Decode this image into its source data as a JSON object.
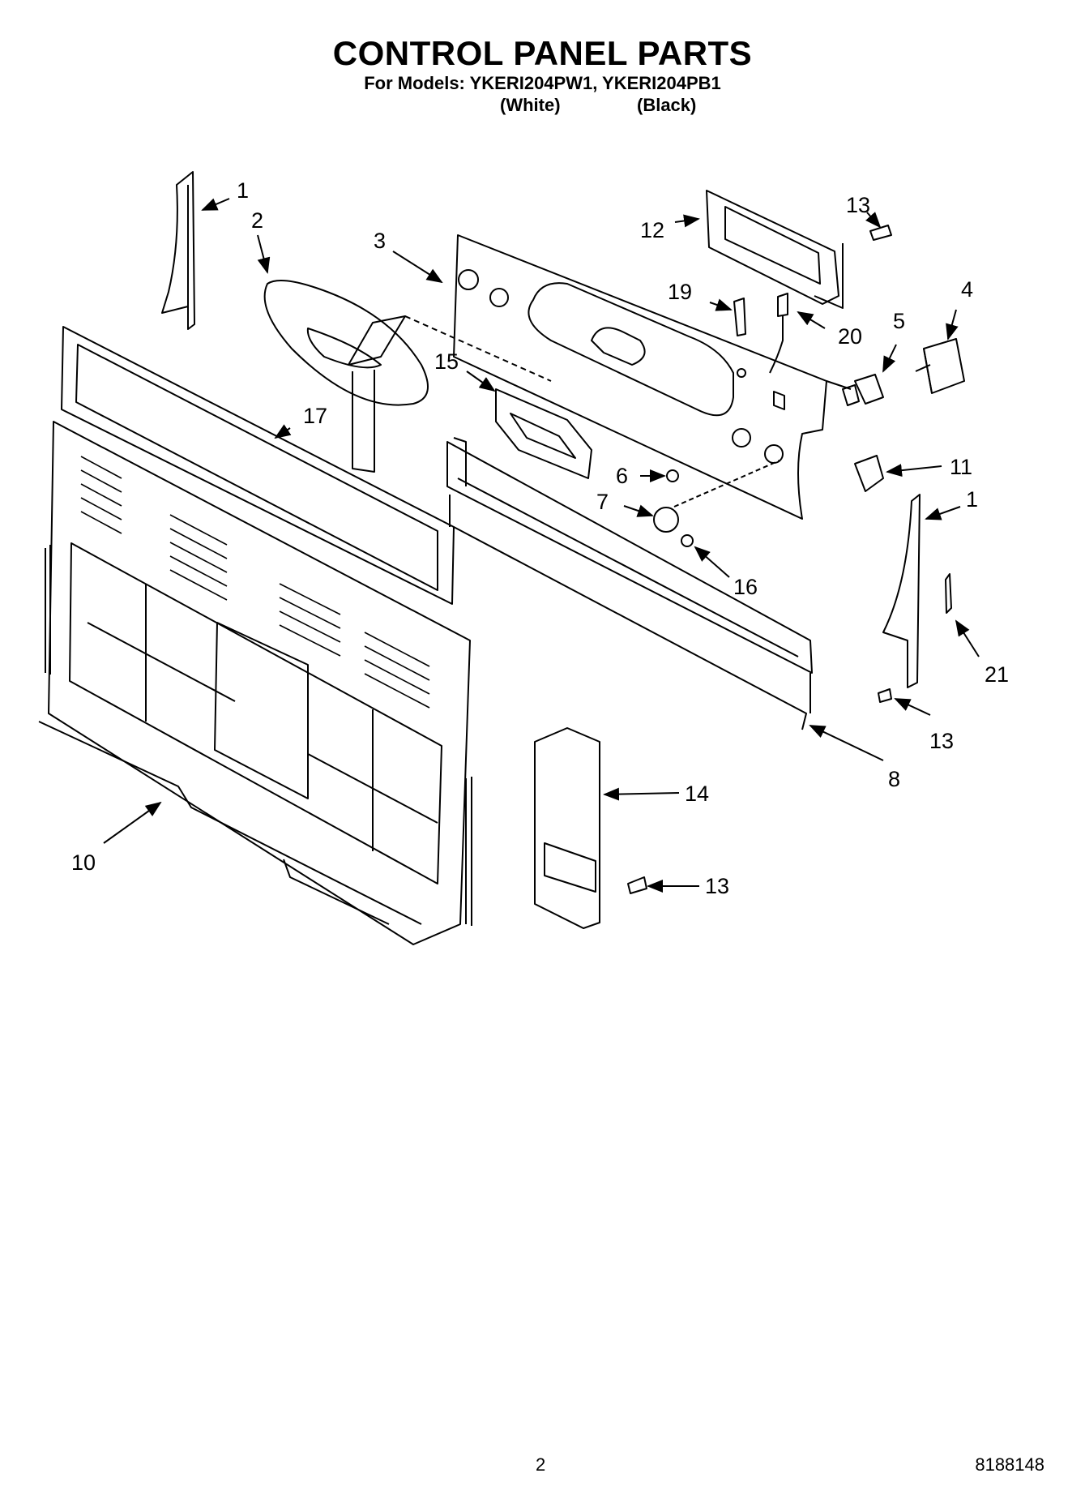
{
  "header": {
    "title": "CONTROL PANEL PARTS",
    "models_line": "For Models: YKERI204PW1, YKERI204PB1",
    "variant_white": "(White)",
    "variant_black": "(Black)"
  },
  "callouts": {
    "c1a": "1",
    "c1b": "1",
    "c2": "2",
    "c3": "3",
    "c4": "4",
    "c5": "5",
    "c6": "6",
    "c7": "7",
    "c8": "8",
    "c10": "10",
    "c11": "11",
    "c12": "12",
    "c13a": "13",
    "c13b": "13",
    "c13c": "13",
    "c14": "14",
    "c15": "15",
    "c16": "16",
    "c17": "17",
    "c19": "19",
    "c20": "20",
    "c21": "21"
  },
  "footer": {
    "page_number": "2",
    "doc_number": "8188148"
  }
}
